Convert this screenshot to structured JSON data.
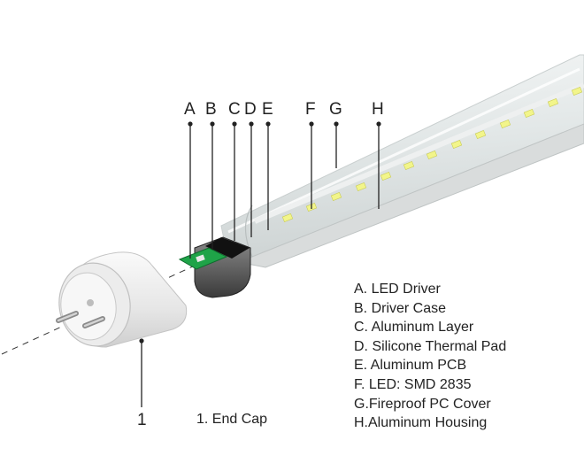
{
  "callouts": [
    {
      "letter": "A"
    },
    {
      "letter": "B"
    },
    {
      "letter": "C"
    },
    {
      "letter": "D"
    },
    {
      "letter": "E"
    },
    {
      "letter": "F"
    },
    {
      "letter": "G"
    },
    {
      "letter": "H"
    }
  ],
  "end_cap_number": "1",
  "legend": [
    "A. LED Driver",
    "B. Driver Case",
    "C. Aluminum Layer",
    "D. Silicone Thermal Pad",
    "E. Aluminum PCB",
    "F. LED: SMD 2835",
    "G.Fireproof PC Cover",
    "H.Aluminum Housing"
  ],
  "end_cap_caption": "1. End Cap",
  "colors": {
    "led": "#f2f58a",
    "driver_board": "#1fa348",
    "driver_case": "#1a1a1a",
    "end_cap": "#e8e8e8",
    "leader": "#222222"
  }
}
